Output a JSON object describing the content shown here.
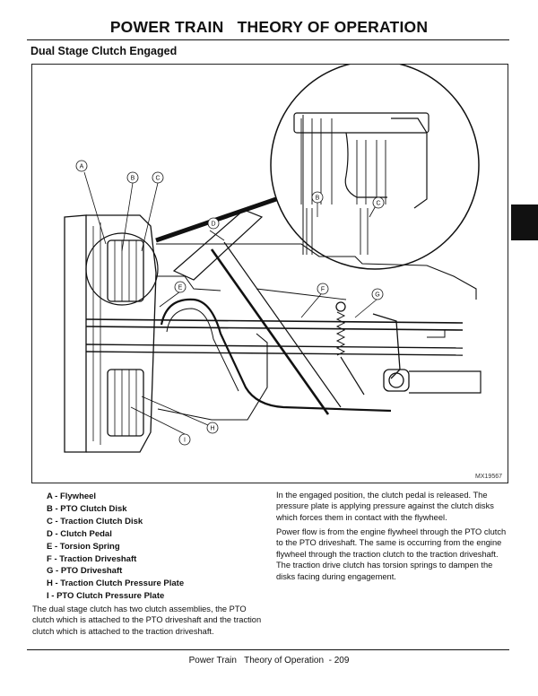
{
  "header": {
    "title": "POWER TRAIN   THEORY OF OPERATION",
    "section": "Dual Stage Clutch Engaged"
  },
  "figure": {
    "id": "MX19567",
    "callouts": [
      "A",
      "B",
      "C",
      "D",
      "E",
      "F",
      "G",
      "H",
      "I"
    ],
    "inset_callouts": [
      "B",
      "C"
    ]
  },
  "legend": [
    "A - Flywheel",
    "B - PTO Clutch Disk",
    "C - Traction Clutch Disk",
    "D - Clutch Pedal",
    "E - Torsion Spring",
    "F - Traction Driveshaft",
    "G - PTO Driveshaft",
    "H - Traction Clutch Pressure Plate",
    "I  - PTO Clutch Pressure Plate"
  ],
  "body": {
    "left_paragraph": "The dual stage clutch has two clutch assemblies, the PTO clutch which is attached to the PTO driveshaft and the traction clutch which is attached to the traction driveshaft.",
    "right_paragraph_1": "In the engaged position, the clutch pedal is released. The pressure plate is applying pressure against the clutch disks which forces them in contact with the flywheel.",
    "right_paragraph_2": "Power flow is from the engine flywheel through the PTO clutch to the PTO driveshaft. The same is occurring from the engine flywheel through the traction clutch to the traction driveshaft. The traction drive clutch has torsion springs to dampen the disks facing during engagement."
  },
  "footer": {
    "text": "Power Train   Theory of Operation  - 209"
  }
}
